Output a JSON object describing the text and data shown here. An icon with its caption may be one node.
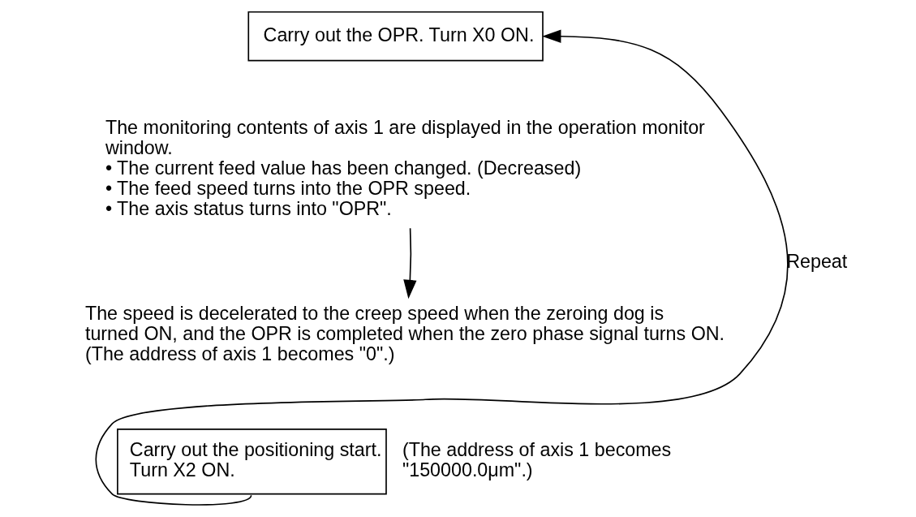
{
  "diagram": {
    "nodes": [
      {
        "text": [
          "Carry out the OPR. Turn X0 ON."
        ]
      },
      {
        "text": [
          "The monitoring contents of axis 1 are displayed in the operation monitor window.",
          "• The current feed value has been changed. (Decreased)",
          "• The feed speed turns into the OPR speed.",
          "• The axis status turns into \"OPR\"."
        ]
      },
      {
        "text": [
          "The speed is decelerated to the creep speed when the zeroing dog is turned ON, and the OPR is completed when the zero phase signal turns ON. (The address of axis 1 becomes \"0\".)"
        ]
      },
      {
        "text": [
          "Carry out the positioning start. Turn X2 ON."
        ],
        "beside": [
          "(The address of axis 1 becomes \"150000.0μm\".)"
        ]
      }
    ],
    "edges": [
      {
        "from": 1,
        "to": 2,
        "arrow": "to"
      },
      {
        "from": 3,
        "to": 0,
        "arrow": "to",
        "label": "Repeat"
      }
    ]
  }
}
